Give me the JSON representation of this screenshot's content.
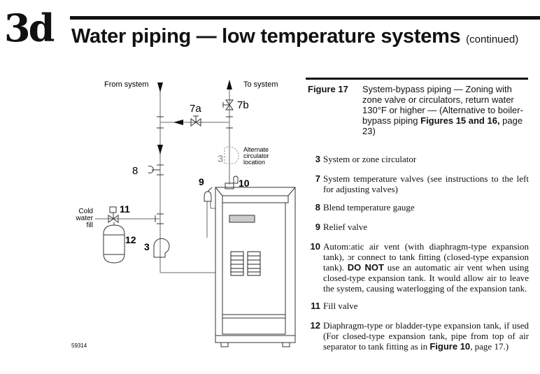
{
  "header": {
    "section": "3d",
    "title": "Water piping — low temperature systems",
    "continued": "(continued)"
  },
  "figure": {
    "label": "Figure 17",
    "caption_pre": "System-bypass piping — Zoning with zone valve or circulators, return water 130°F or higher — (Alternative to boiler-bypass piping ",
    "caption_bold": "Figures 15 and 16,",
    "caption_post": " page 23)",
    "drawing_number": "59314",
    "labels": {
      "from_system": "From system",
      "to_system": "To system",
      "v7a": "7a",
      "v7b": "7b",
      "alt_circ_num": "3",
      "alt_circ": [
        "Alternate",
        "circulator",
        "location"
      ],
      "gauge": "8",
      "relief": "9",
      "vent": "10",
      "fill_valve": "11",
      "tank": "12",
      "circ": "3",
      "cold_water": [
        "Cold",
        "water",
        "fill"
      ]
    }
  },
  "legend": [
    {
      "num": "3",
      "text": "System or zone circulator"
    },
    {
      "num": "7",
      "text": "System temperature valves (see instructions to the left for adjusting valves)"
    },
    {
      "num": "8",
      "text": "Blend temperature gauge"
    },
    {
      "num": "9",
      "text": "Relief valve"
    },
    {
      "num": "10",
      "text_pre": "Autom:atic air vent (with diaphragm-type expansion tank), ɔr connect to tank fitting (closed-type expansion tank). ",
      "text_bold": "DO NOT",
      "text_post": " use an automatic air vent when using closed-type expansion tank. It would allow air to leave the system, causing waterlogging of the expansion tank."
    },
    {
      "num": "11",
      "text": "Fill valve"
    },
    {
      "num": "12",
      "text_pre": "Diaphragm-type or bladder-type expansion tank, if used (For closed-type expansion tank, pipe from top of air separator to tank fitting as in ",
      "text_bold": "Figure 10",
      "text_post": ", page 17.)"
    }
  ]
}
